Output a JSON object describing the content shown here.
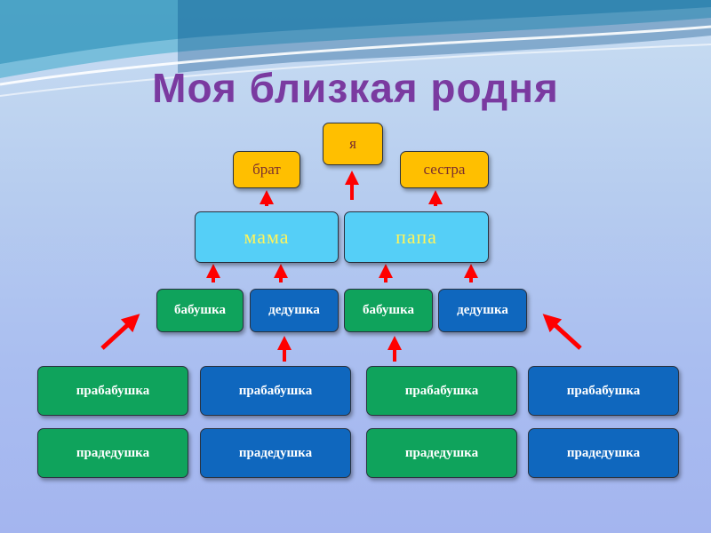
{
  "title": "Моя близкая родня",
  "me": "я",
  "siblings": {
    "brother": "брат",
    "sister": "сестра"
  },
  "parents": {
    "mother": "мама",
    "father": "папа"
  },
  "grandparents": [
    "бабушка",
    "дедушка",
    "бабушка",
    "дедушка"
  ],
  "great_grandmothers": [
    "прабабушка",
    "прабабушка",
    "прабабушка",
    "прабабушка"
  ],
  "great_grandfathers": [
    "прадедушка",
    "прадедушка",
    "прадедушка",
    "прадедушка"
  ],
  "colors": {
    "title": "#7a3aa0",
    "gold_box": "#ffbf00",
    "parent_box": "#55cff7",
    "green_box": "#0fa35c",
    "blue_box": "#0f67be",
    "arrow": "#ff0000"
  }
}
